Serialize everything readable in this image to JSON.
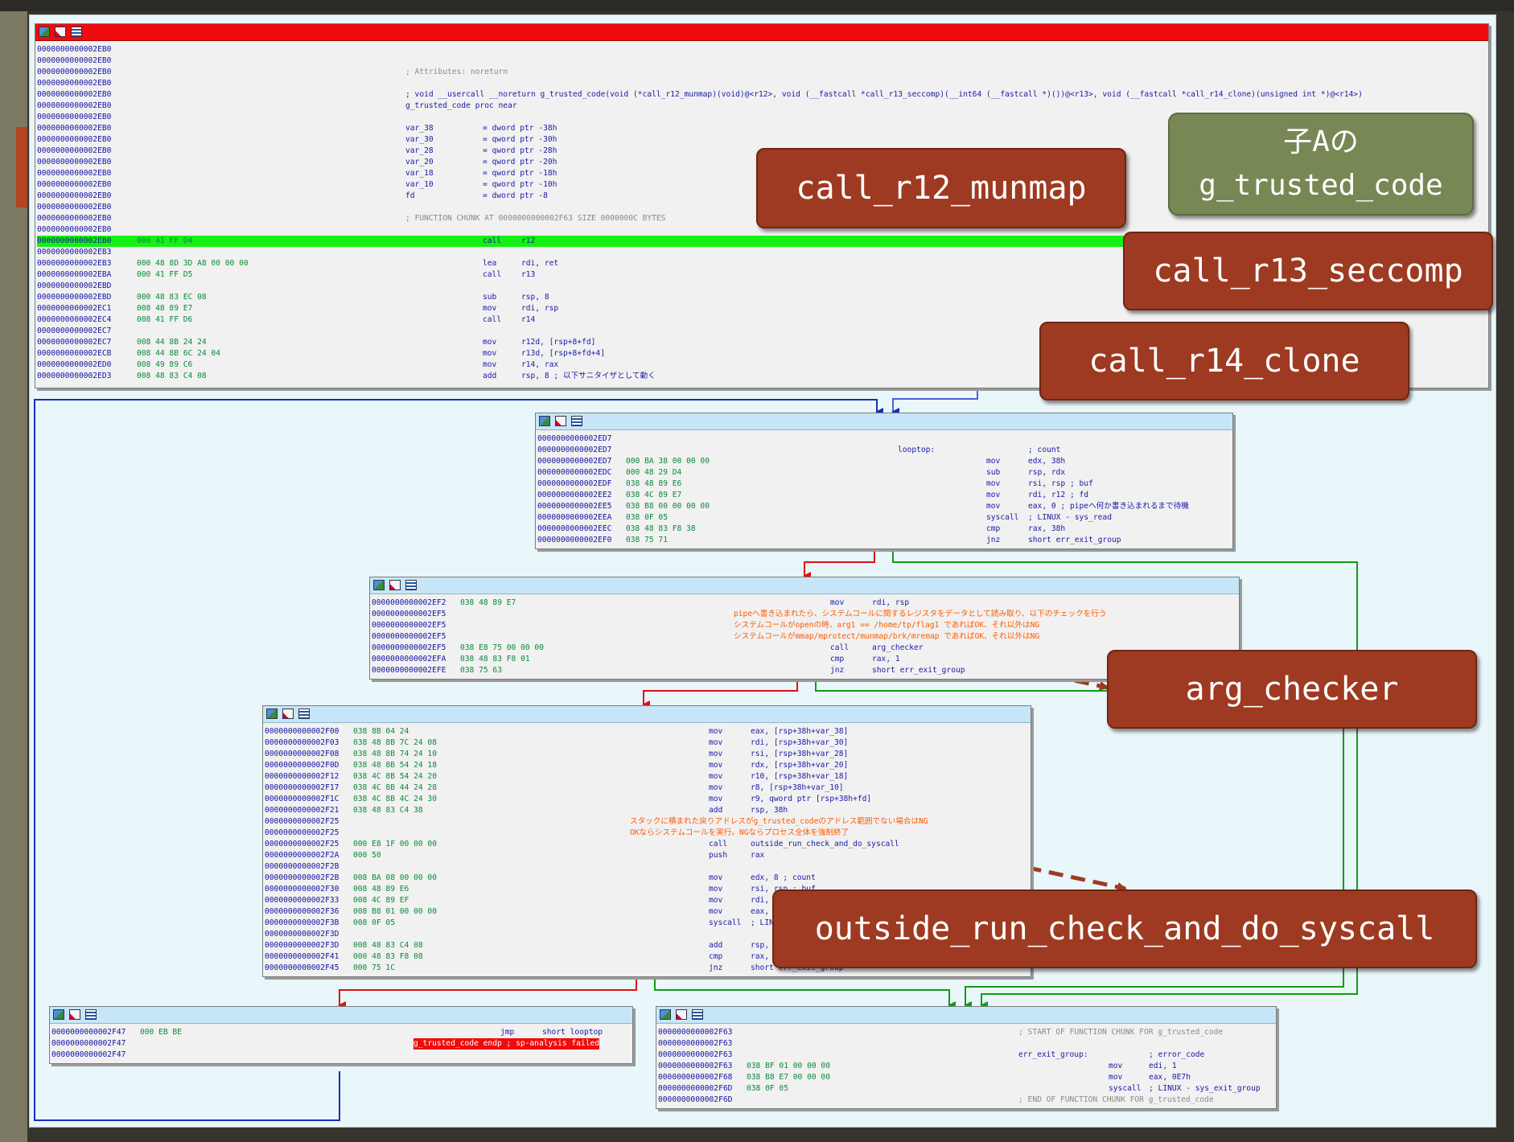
{
  "colors": {
    "title_bar": "#f00c0c",
    "node_header": "#c6e6f7",
    "address": "#1313a6",
    "bytes": "#0a8a3a",
    "highlight": "#15f015",
    "comment_jp": "#ff5a00",
    "callout": "#9e3a21",
    "callout_green": "#778855",
    "edge_true": "#159b15",
    "edge_false": "#e01010",
    "edge_uncond": "#1b2db8"
  },
  "icons": [
    "graph-overview-icon",
    "edit-icon",
    "text-view-icon"
  ],
  "nodes": [
    {
      "id": "top",
      "lines": [
        {
          "addr": "0000000000002EB0"
        },
        {
          "addr": "0000000000002EB0"
        },
        {
          "addr": "0000000000002EB0",
          "text": "; Attributes: noreturn",
          "style": "cmt"
        },
        {
          "addr": "0000000000002EB0"
        },
        {
          "addr": "0000000000002EB0",
          "text": "; void __usercall __noreturn g_trusted_code(void (*call_r12_munmap)(void)@<r12>, void (__fastcall *call_r13_seccomp)(__int64 (__fastcall *)())@<r13>, void (__fastcall *call_r14_clone)(unsigned int *)@<r14>)",
          "style": "defn"
        },
        {
          "addr": "0000000000002EB0",
          "text": "g_trusted_code  proc near",
          "style": "defn"
        },
        {
          "addr": "0000000000002EB0"
        },
        {
          "addr": "0000000000002EB0",
          "var": "var_38",
          "val": "= dword ptr -38h"
        },
        {
          "addr": "0000000000002EB0",
          "var": "var_30",
          "val": "= qword ptr -30h"
        },
        {
          "addr": "0000000000002EB0",
          "var": "var_28",
          "val": "= qword ptr -28h"
        },
        {
          "addr": "0000000000002EB0",
          "var": "var_20",
          "val": "= qword ptr -20h"
        },
        {
          "addr": "0000000000002EB0",
          "var": "var_18",
          "val": "= qword ptr -18h"
        },
        {
          "addr": "0000000000002EB0",
          "var": "var_10",
          "val": "= qword ptr -10h"
        },
        {
          "addr": "0000000000002EB0",
          "var": "fd",
          "val": "= dword ptr -8"
        },
        {
          "addr": "0000000000002EB0"
        },
        {
          "addr": "0000000000002EB0",
          "text": "; FUNCTION CHUNK AT 0000000000002F63 SIZE 0000000C BYTES",
          "style": "cmt"
        },
        {
          "addr": "0000000000002EB0"
        },
        {
          "addr": "0000000000002EB0",
          "bytes": "000 41 FF D4",
          "mn": "call",
          "op": "r12",
          "highlight": true
        },
        {
          "addr": "0000000000002EB3"
        },
        {
          "addr": "0000000000002EB3",
          "bytes": "000 48 8D 3D A8 00 00 00",
          "mn": "lea",
          "op": "rdi, ret"
        },
        {
          "addr": "0000000000002EBA",
          "bytes": "000 41 FF D5",
          "mn": "call",
          "op": "r13"
        },
        {
          "addr": "0000000000002EBD"
        },
        {
          "addr": "0000000000002EBD",
          "bytes": "000 48 83 EC 08",
          "mn": "sub",
          "op": "rsp, 8"
        },
        {
          "addr": "0000000000002EC1",
          "bytes": "008 48 89 E7",
          "mn": "mov",
          "op": "rdi, rsp"
        },
        {
          "addr": "0000000000002EC4",
          "bytes": "008 41 FF D6",
          "mn": "call",
          "op": "r14"
        },
        {
          "addr": "0000000000002EC7"
        },
        {
          "addr": "0000000000002EC7",
          "bytes": "008 44 8B 24 24",
          "mn": "mov",
          "op": "r12d, [rsp+8+fd]"
        },
        {
          "addr": "0000000000002ECB",
          "bytes": "008 44 8B 6C 24 04",
          "mn": "mov",
          "op": "r13d, [rsp+8+fd+4]"
        },
        {
          "addr": "0000000000002ED0",
          "bytes": "008 49 89 C6",
          "mn": "mov",
          "op": "r14, rax"
        },
        {
          "addr": "0000000000002ED3",
          "bytes": "008 48 83 C4 08",
          "mn": "add",
          "op": "rsp, 8 ; 以下サニタイザとして動く"
        }
      ]
    },
    {
      "id": "loop",
      "lines": [
        {
          "addr": "0000000000002ED7"
        },
        {
          "addr": "0000000000002ED7",
          "label": "looptop:",
          "op": "; count"
        },
        {
          "addr": "0000000000002ED7",
          "bytes": "000 BA 38 00 00 00",
          "mn": "mov",
          "op": "edx, 38h"
        },
        {
          "addr": "0000000000002EDC",
          "bytes": "000 48 29 D4",
          "mn": "sub",
          "op": "rsp, rdx"
        },
        {
          "addr": "0000000000002EDF",
          "bytes": "038 48 89 E6",
          "mn": "mov",
          "op": "rsi, rsp ; buf"
        },
        {
          "addr": "0000000000002EE2",
          "bytes": "038 4C 89 E7",
          "mn": "mov",
          "op": "rdi, r12 ; fd"
        },
        {
          "addr": "0000000000002EE5",
          "bytes": "038 B8 00 00 00 00",
          "mn": "mov",
          "op": "eax, 0 ; pipeへ何か書き込まれるまで待機"
        },
        {
          "addr": "0000000000002EEA",
          "bytes": "038 0F 05",
          "mn": "syscall",
          "op": "; LINUX - sys_read"
        },
        {
          "addr": "0000000000002EEC",
          "bytes": "038 48 83 F8 38",
          "mn": "cmp",
          "op": "rax, 38h"
        },
        {
          "addr": "0000000000002EF0",
          "bytes": "038 75 71",
          "mn": "jnz",
          "op": "short err_exit_group"
        }
      ]
    },
    {
      "id": "check",
      "lines": [
        {
          "addr": "0000000000002EF2",
          "bytes": "038 48 89 E7",
          "mn": "mov",
          "op": "rdi, rsp"
        },
        {
          "addr": "0000000000002EF5",
          "jp": "pipeへ書き込まれたら、システムコールに関するレジスタをデータとして読み取り、以下のチェックを行う"
        },
        {
          "addr": "0000000000002EF5",
          "jp": "システムコールがopenの時、arg1 == /home/tp/flag1 であればOK、それ以外はNG"
        },
        {
          "addr": "0000000000002EF5",
          "jp": "システムコールがmmap/mprotect/munmap/brk/mremap であればOK、それ以外はNG"
        },
        {
          "addr": "0000000000002EF5",
          "bytes": "038 E8 75 00 00 00",
          "mn": "call",
          "op": "arg_checker"
        },
        {
          "addr": "0000000000002EFA",
          "bytes": "038 48 83 F8 01",
          "mn": "cmp",
          "op": "rax, 1"
        },
        {
          "addr": "0000000000002EFE",
          "bytes": "038 75 63",
          "mn": "jnz",
          "op": "short err_exit_group"
        }
      ]
    },
    {
      "id": "run",
      "lines": [
        {
          "addr": "0000000000002F00",
          "bytes": "038 8B 04 24",
          "mn": "mov",
          "op": "eax, [rsp+38h+var_38]"
        },
        {
          "addr": "0000000000002F03",
          "bytes": "038 48 8B 7C 24 08",
          "mn": "mov",
          "op": "rdi, [rsp+38h+var_30]"
        },
        {
          "addr": "0000000000002F08",
          "bytes": "038 48 8B 74 24 10",
          "mn": "mov",
          "op": "rsi, [rsp+38h+var_28]"
        },
        {
          "addr": "0000000000002F0D",
          "bytes": "038 48 8B 54 24 18",
          "mn": "mov",
          "op": "rdx, [rsp+38h+var_20]"
        },
        {
          "addr": "0000000000002F12",
          "bytes": "038 4C 8B 54 24 20",
          "mn": "mov",
          "op": "r10, [rsp+38h+var_18]"
        },
        {
          "addr": "0000000000002F17",
          "bytes": "038 4C 8B 44 24 28",
          "mn": "mov",
          "op": "r8, [rsp+38h+var_10]"
        },
        {
          "addr": "0000000000002F1C",
          "bytes": "038 4C 8B 4C 24 30",
          "mn": "mov",
          "op": "r9, qword ptr [rsp+38h+fd]"
        },
        {
          "addr": "0000000000002F21",
          "bytes": "038 48 83 C4 38",
          "mn": "add",
          "op": "rsp, 38h"
        },
        {
          "addr": "0000000000002F25",
          "jp": "スタックに積まれた戻りアドレスがg_trusted_codeのアドレス範囲でない場合はNG"
        },
        {
          "addr": "0000000000002F25",
          "jp": "OKならシステムコールを実行。NGならプロセス全体を強制終了"
        },
        {
          "addr": "0000000000002F25",
          "bytes": "000 E8 1F 00 00 00",
          "mn": "call",
          "op": "outside_run_check_and_do_syscall"
        },
        {
          "addr": "0000000000002F2A",
          "bytes": "000 50",
          "mn": "push",
          "op": "rax"
        },
        {
          "addr": "0000000000002F2B"
        },
        {
          "addr": "0000000000002F2B",
          "bytes": "008 BA 08 00 00 00",
          "mn": "mov",
          "op": "edx, 8 ; count"
        },
        {
          "addr": "0000000000002F30",
          "bytes": "008 48 89 E6",
          "mn": "mov",
          "op": "rsi, rsp ; buf"
        },
        {
          "addr": "0000000000002F33",
          "bytes": "008 4C 89 EF",
          "mn": "mov",
          "op": "rdi, r13 ; fd"
        },
        {
          "addr": "0000000000002F36",
          "bytes": "008 B8 01 00 00 00",
          "mn": "mov",
          "op": "eax, 1"
        },
        {
          "addr": "0000000000002F3B",
          "bytes": "008 0F 05",
          "mn": "syscall",
          "op": "; LINUX - sys_write"
        },
        {
          "addr": "0000000000002F3D"
        },
        {
          "addr": "0000000000002F3D",
          "bytes": "008 48 83 C4 08",
          "mn": "add",
          "op": "rsp, 8"
        },
        {
          "addr": "0000000000002F41",
          "bytes": "000 48 83 F8 08",
          "mn": "cmp",
          "op": "rax, 8"
        },
        {
          "addr": "0000000000002F45",
          "bytes": "000 75 1C",
          "mn": "jnz",
          "op": "short err_exit_group"
        }
      ]
    },
    {
      "id": "jmp",
      "lines": [
        {
          "addr": "0000000000002F47",
          "bytes": "000 EB BE",
          "mn": "jmp",
          "op": "short looptop"
        },
        {
          "addr": "0000000000002F47",
          "redtext": "g_trusted_code endp ; sp-analysis failed"
        },
        {
          "addr": "0000000000002F47"
        }
      ]
    },
    {
      "id": "err",
      "lines": [
        {
          "addr": "0000000000002F63",
          "text": "; START OF FUNCTION CHUNK FOR g_trusted_code",
          "style": "cmt"
        },
        {
          "addr": "0000000000002F63"
        },
        {
          "addr": "0000000000002F63",
          "label": "err_exit_group:",
          "op": "; error_code"
        },
        {
          "addr": "0000000000002F63",
          "bytes": "038 BF 01 00 00 00",
          "mn": "mov",
          "op": "edi, 1"
        },
        {
          "addr": "0000000000002F68",
          "bytes": "038 B8 E7 00 00 00",
          "mn": "mov",
          "op": "eax, 0E7h"
        },
        {
          "addr": "0000000000002F6D",
          "bytes": "038 0F 05",
          "mn": "syscall",
          "op": "; LINUX - sys_exit_group"
        },
        {
          "addr": "0000000000002F6D",
          "text": "; END OF FUNCTION CHUNK FOR g_trusted_code",
          "style": "cmt"
        }
      ]
    }
  ],
  "callouts": {
    "title": "子Aの\ng_trusted_code",
    "r12": "call_r12_munmap",
    "r13": "call_r13_seccomp",
    "r14": "call_r14_clone",
    "arg": "arg_checker",
    "outside": "outside_run_check_and_do_syscall"
  }
}
